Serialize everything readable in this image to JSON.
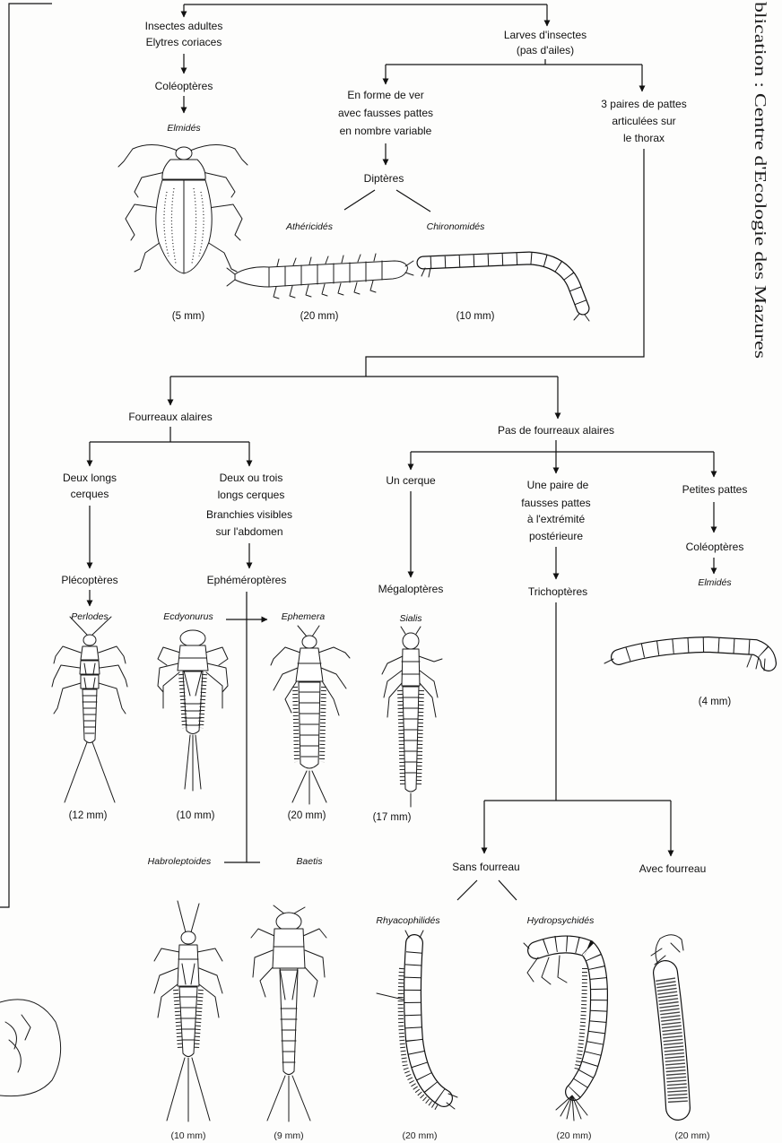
{
  "side_caption": "blication : Centre d'Ecologie des Mazures",
  "adults": {
    "lines": [
      "Insectes adultes",
      "Elytres coriaces"
    ],
    "order": "Coléoptères",
    "family": "Elmidés",
    "size": "(5 mm)"
  },
  "larvae": {
    "lines": [
      "Larves d'insectes",
      "(pas d'ailes)"
    ]
  },
  "worm_like": {
    "lines": [
      "En forme de ver",
      "avec fausses pattes",
      "en nombre variable"
    ],
    "order": "Diptères",
    "families": [
      {
        "name": "Athéricidés",
        "size": "(20 mm)"
      },
      {
        "name": "Chironomidés",
        "size": "(10 mm)"
      }
    ]
  },
  "jointed_legs": {
    "lines": [
      "3 paires de pattes",
      "articulées sur",
      "le thorax"
    ]
  },
  "wing_pads": {
    "label": "Fourreaux alaires"
  },
  "two_cerci": {
    "lines": [
      "Deux longs",
      "cerques"
    ],
    "order": "Plécoptères",
    "family": "Perlodes",
    "size": "(12 mm)"
  },
  "two_three_cerci": {
    "lines": [
      "Deux ou trois",
      "longs cerques",
      "Branchies visibles",
      "sur l'abdomen"
    ],
    "order": "Ephéméroptères",
    "genera": [
      {
        "name": "Ecdyonurus",
        "size": "(10 mm)"
      },
      {
        "name": "Ephemera",
        "size": "(20 mm)"
      },
      {
        "name": "Habroleptoides",
        "size": "(10 mm)"
      },
      {
        "name": "Baetis",
        "size": "(9 mm)"
      }
    ]
  },
  "no_wing_pads": {
    "label": "Pas de fourreaux alaires"
  },
  "one_cercus": {
    "label": "Un cerque",
    "order": "Mégaloptères",
    "family": "Sialis",
    "size": "(17 mm)"
  },
  "false_legs": {
    "lines": [
      "Une paire de",
      "fausses pattes",
      "à l'extrémité",
      "postérieure"
    ],
    "order": "Trichoptères"
  },
  "small_legs": {
    "label": "Petites pattes",
    "order": "Coléoptères",
    "family": "Elmidés",
    "size": "(4 mm)"
  },
  "without_case": {
    "label": "Sans fourreau",
    "families": [
      {
        "name": "Rhyacophilidés",
        "size": "(20 mm)"
      },
      {
        "name": "Hydropsychidés",
        "size": "(20 mm)"
      }
    ]
  },
  "with_case": {
    "label": "Avec fourreau",
    "size": "(20 mm)"
  }
}
